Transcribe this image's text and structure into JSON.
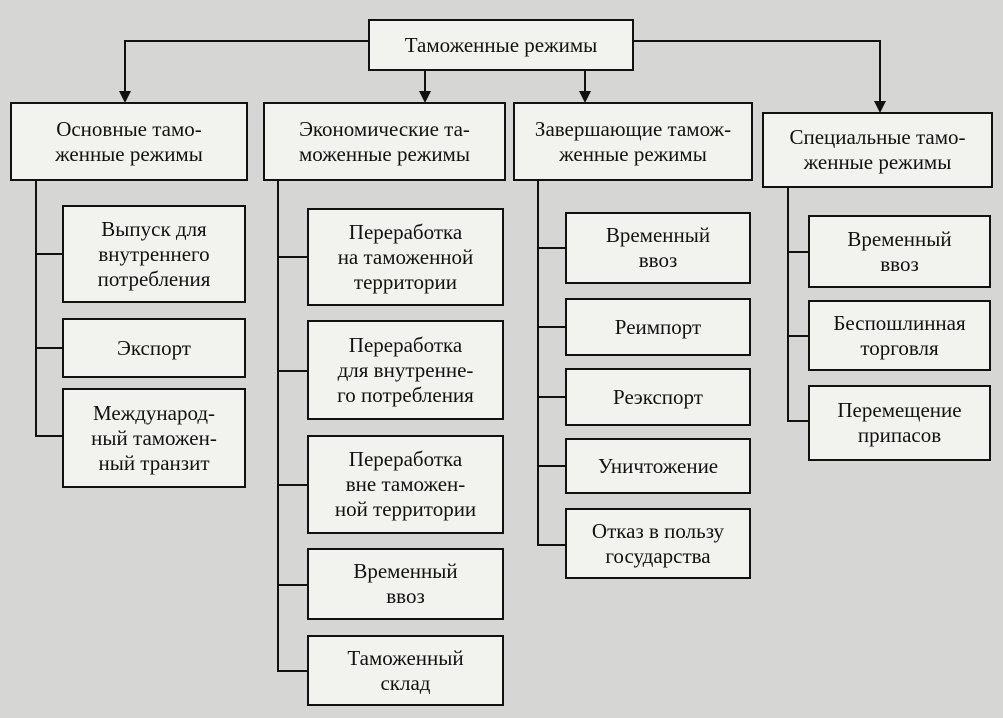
{
  "root": "Таможенные режимы",
  "groups": [
    {
      "title": "Основные тамо-\nженные режимы",
      "items": [
        "Выпуск для\nвнутреннего\nпотребления",
        "Экспорт",
        "Международ-\nный таможен-\nный транзит"
      ]
    },
    {
      "title": "Экономические та-\nможенные режимы",
      "items": [
        "Переработка\nна таможенной\nтерритории",
        "Переработка\nдля внутренне-\nго потребления",
        "Переработка\nвне таможен-\nной территории",
        "Временный\nввоз",
        "Таможенный\nсклад"
      ]
    },
    {
      "title": "Завершающие тамож-\nженные режимы",
      "items": [
        "Временный\nввоз",
        "Реимпорт",
        "Реэкспорт",
        "Уничтожение",
        "Отказ в пользу\nгосударства"
      ]
    },
    {
      "title": "Специальные тамо-\nженные режимы",
      "items": [
        "Временный\nввоз",
        "Беспошлинная\nторговля",
        "Перемещение\nприпасов"
      ]
    }
  ]
}
